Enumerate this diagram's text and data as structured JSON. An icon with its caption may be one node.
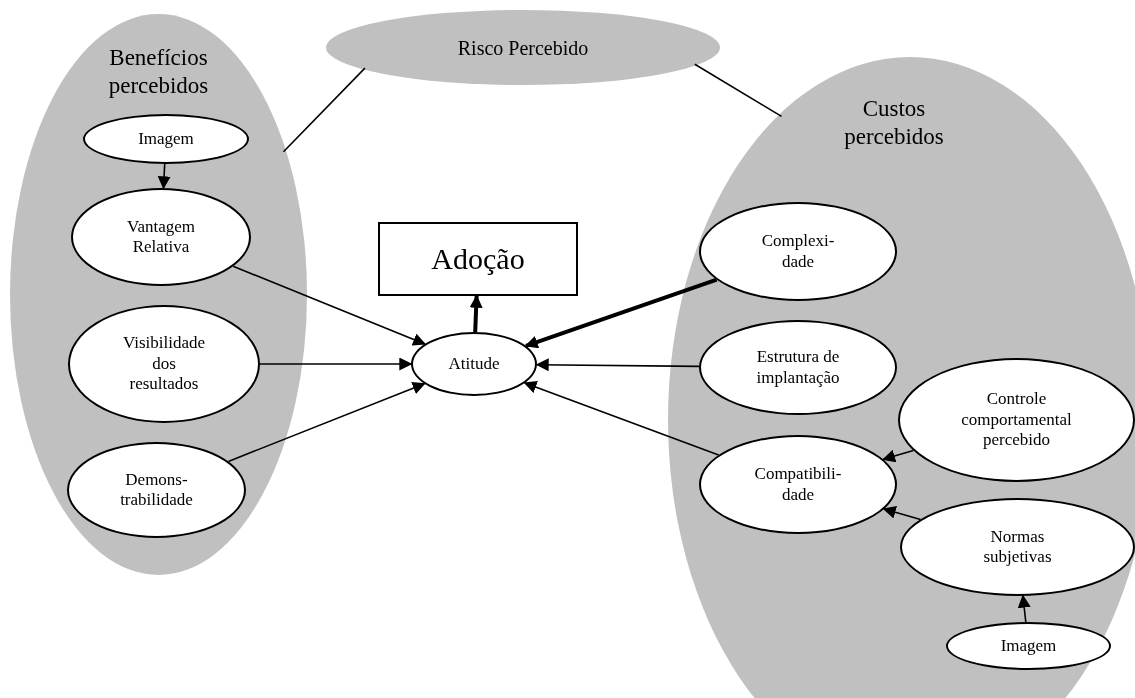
{
  "diagram": {
    "nodes": [
      {
        "text": [
          "Benefícios percebidos"
        ]
      },
      {
        "text": [
          "Imagem"
        ],
        "in": 0
      },
      {
        "text": [
          "Vantagem Relativa"
        ],
        "in": 0
      },
      {
        "text": [
          "Visibilidade dos resultados"
        ],
        "in": 0
      },
      {
        "text": [
          "Demons- trabilidade"
        ],
        "in": 0
      },
      {
        "text": [
          "Risco Percebido"
        ]
      },
      {
        "text": [
          "Custos percebidos"
        ]
      },
      {
        "text": [
          "Complexi- dade"
        ],
        "in": 6
      },
      {
        "text": [
          "Estrutura de implantação"
        ],
        "in": 6
      },
      {
        "text": [
          "Controle comportamental percebido"
        ],
        "in": 6
      },
      {
        "text": [
          "Compatibili- dade"
        ],
        "in": 6
      },
      {
        "text": [
          "Normas subjetivas"
        ],
        "in": 6
      },
      {
        "text": [
          "Imagem"
        ],
        "in": 6
      },
      {
        "text": [
          "Adoção"
        ]
      },
      {
        "text": [
          "Atitude"
        ]
      }
    ],
    "edges": [
      {
        "from": 1,
        "to": 2,
        "arrow": "to"
      },
      {
        "from": 2,
        "to": 14,
        "arrow": "to"
      },
      {
        "from": 3,
        "to": 14,
        "arrow": "to"
      },
      {
        "from": 4,
        "to": 14,
        "arrow": "to"
      },
      {
        "from": 14,
        "to": 13,
        "arrow": "to",
        "style": "thick"
      },
      {
        "from": 7,
        "to": 14,
        "arrow": "to",
        "style": "thick"
      },
      {
        "from": 8,
        "to": 14,
        "arrow": "to"
      },
      {
        "from": 10,
        "to": 14,
        "arrow": "to"
      },
      {
        "from": 9,
        "to": 10,
        "arrow": "to"
      },
      {
        "from": 11,
        "to": 10,
        "arrow": "to"
      },
      {
        "from": 12,
        "to": 11,
        "arrow": "to"
      },
      {
        "from": 5,
        "to": 0,
        "arrow": "none"
      },
      {
        "from": 5,
        "to": 6,
        "arrow": "none"
      }
    ]
  }
}
